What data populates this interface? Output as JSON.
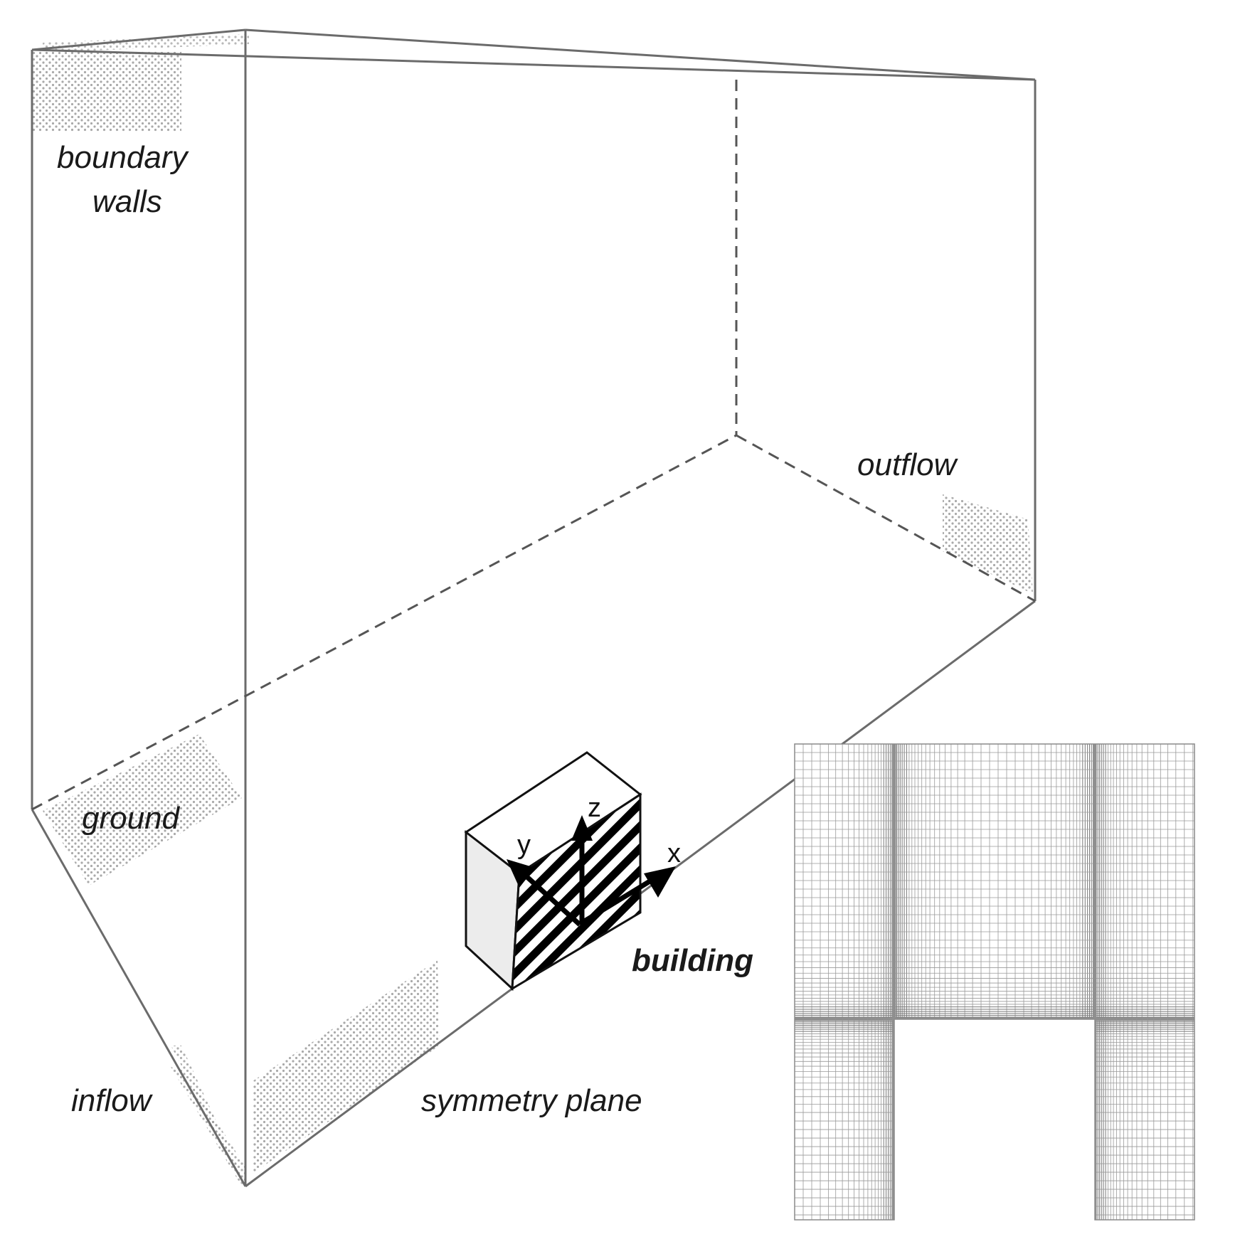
{
  "labels": {
    "boundary_walls_line1": "boundary",
    "boundary_walls_line2": "walls",
    "outflow": "outflow",
    "ground": "ground",
    "building": "building",
    "inflow": "inflow",
    "symmetry_plane": "symmetry plane"
  },
  "axes": {
    "x": "x",
    "y": "y",
    "z": "z"
  },
  "colors": {
    "frame_line": "#6b6b6b",
    "dash_line": "#555555",
    "stipple": "#9a9a9a",
    "building_side": "#ececec",
    "hatch": "#000000",
    "mesh_line": "#8a8a8a",
    "mesh_dense": "#7a7a7a"
  }
}
